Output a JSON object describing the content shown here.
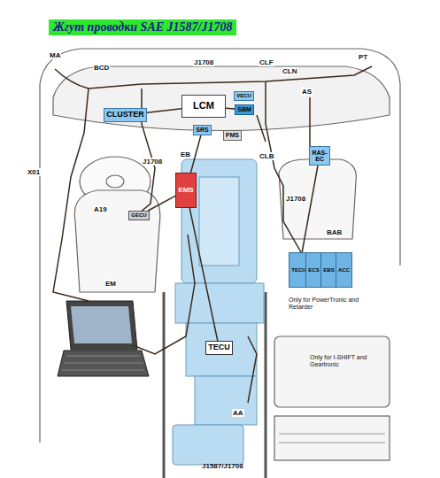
{
  "diagram": {
    "title": "Жгут проводки SAE J1587/J1708",
    "nodes": [
      {
        "text": [
          "CLUSTER"
        ]
      },
      {
        "text": [
          "LCM"
        ]
      },
      {
        "text": [
          "VECU"
        ]
      },
      {
        "text": [
          "SBM"
        ]
      },
      {
        "text": [
          "SRS"
        ]
      },
      {
        "text": [
          "FMS"
        ]
      },
      {
        "text": [
          "RAS- EC"
        ]
      },
      {
        "text": [
          "EMS"
        ]
      },
      {
        "text": [
          "GECU"
        ]
      },
      {
        "text": [
          "TECU"
        ]
      },
      {
        "text": [
          "TECU"
        ]
      },
      {
        "text": [
          "ECS"
        ]
      },
      {
        "text": [
          "EBS"
        ]
      },
      {
        "text": [
          "ACC"
        ]
      }
    ],
    "edges": [
      {
        "from": 0,
        "to": 1,
        "arrow": "none"
      },
      {
        "from": 1,
        "to": 3,
        "arrow": "none"
      },
      {
        "from": 4,
        "to": 7,
        "arrow": "none"
      },
      {
        "from": 7,
        "to": 9,
        "arrow": "none"
      },
      {
        "from": 6,
        "to": 10,
        "arrow": "none"
      },
      {
        "from": 7,
        "to": 8,
        "arrow": "none"
      }
    ],
    "labels": [
      "MA",
      "BCD",
      "J1708",
      "CLF",
      "CLN",
      "PT",
      "AS",
      "X01",
      "A19",
      "EB",
      "CLB",
      "J1708",
      "EM",
      "BAB",
      "Only for PowerTronic and Retarder",
      "Only for I-SHIFT and Geartronic",
      "AA",
      "J1587/J1708",
      "J1708"
    ]
  }
}
